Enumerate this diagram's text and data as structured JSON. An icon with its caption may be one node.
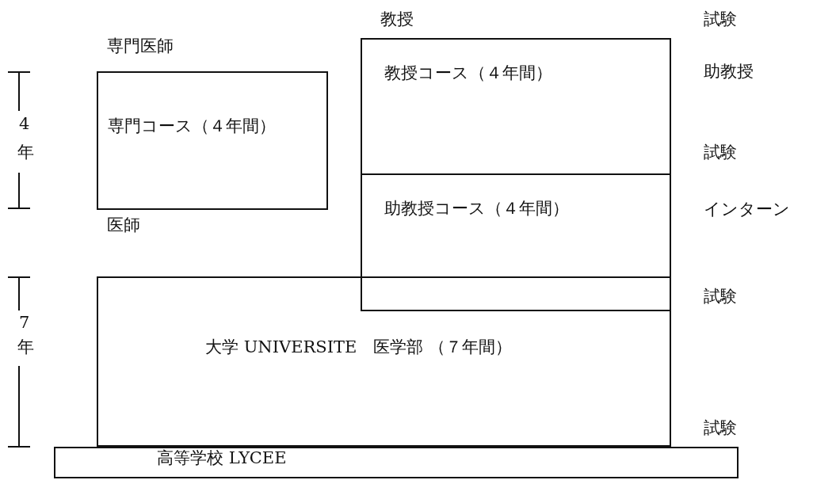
{
  "diagram": {
    "nodes": [
      {
        "text": [
          "専門コース（４年間）"
        ],
        "beside": [
          "専門医師",
          "医師"
        ]
      },
      {
        "text": [
          "教授コース（４年間）"
        ],
        "beside": [
          "教授"
        ]
      },
      {
        "text": [
          "助教授コース（４年間）"
        ]
      },
      {
        "text": [
          "大学 UNIVERSITE　医学部 （７年間）"
        ]
      },
      {
        "text": [
          "高等学校 LYCEE"
        ]
      }
    ],
    "labels": [
      "試験",
      "助教授",
      "4",
      "試験",
      "年",
      "インターン",
      "試験",
      "7",
      "年",
      "試験"
    ]
  }
}
